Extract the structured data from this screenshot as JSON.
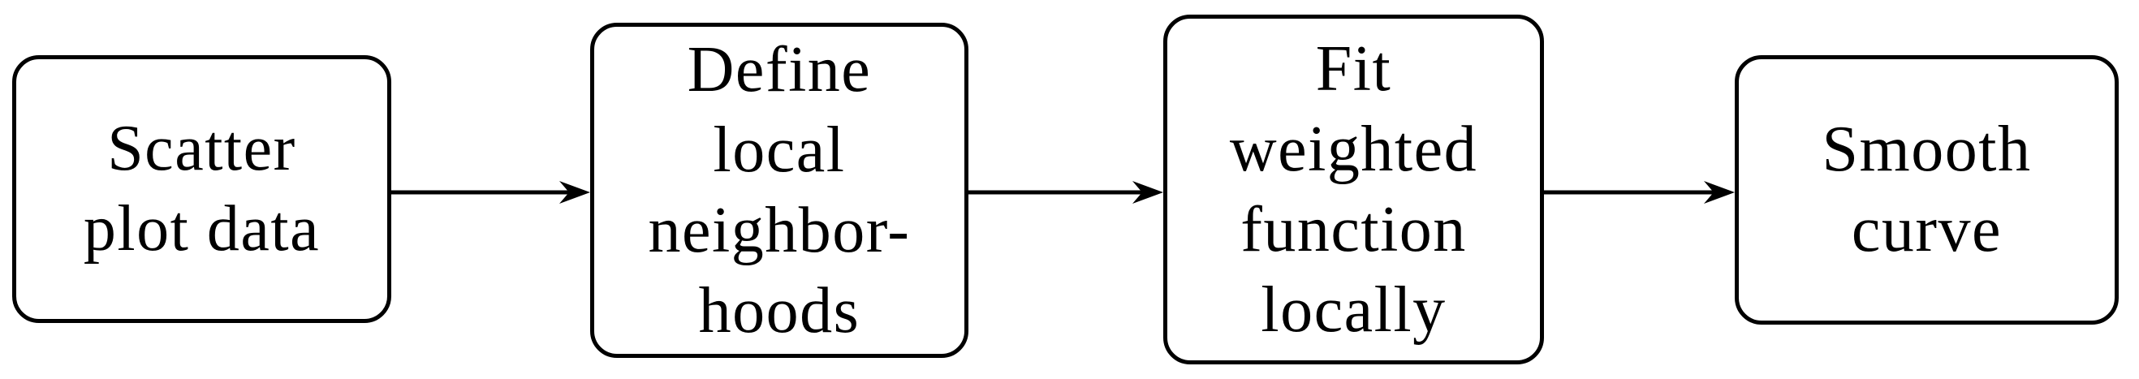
{
  "diagram": {
    "type": "flowchart",
    "direction": "left-to-right",
    "background_color": "#ffffff",
    "node_fill_color": "#ffffff",
    "stroke_color": "#000000",
    "text_color": "#000000",
    "nodes": [
      {
        "id": "scatter-plot-data",
        "label": "Scatter plot data",
        "lines": [
          "Scatter",
          "plot data"
        ]
      },
      {
        "id": "define-local-neighborhoods",
        "label": "Define local neighborhoods",
        "lines": [
          "Define",
          "local",
          "neighbor-",
          "hoods"
        ]
      },
      {
        "id": "fit-weighted-function-locally",
        "label": "Fit weighted function locally",
        "lines": [
          "Fit",
          "weighted",
          "function",
          "locally"
        ]
      },
      {
        "id": "smooth-curve",
        "label": "Smooth curve",
        "lines": [
          "Smooth",
          "curve"
        ]
      }
    ],
    "edges": [
      {
        "from": "scatter-plot-data",
        "to": "define-local-neighborhoods",
        "style": "stealth-arrow"
      },
      {
        "from": "define-local-neighborhoods",
        "to": "fit-weighted-function-locally",
        "style": "stealth-arrow"
      },
      {
        "from": "fit-weighted-function-locally",
        "to": "smooth-curve",
        "style": "stealth-arrow"
      }
    ]
  }
}
